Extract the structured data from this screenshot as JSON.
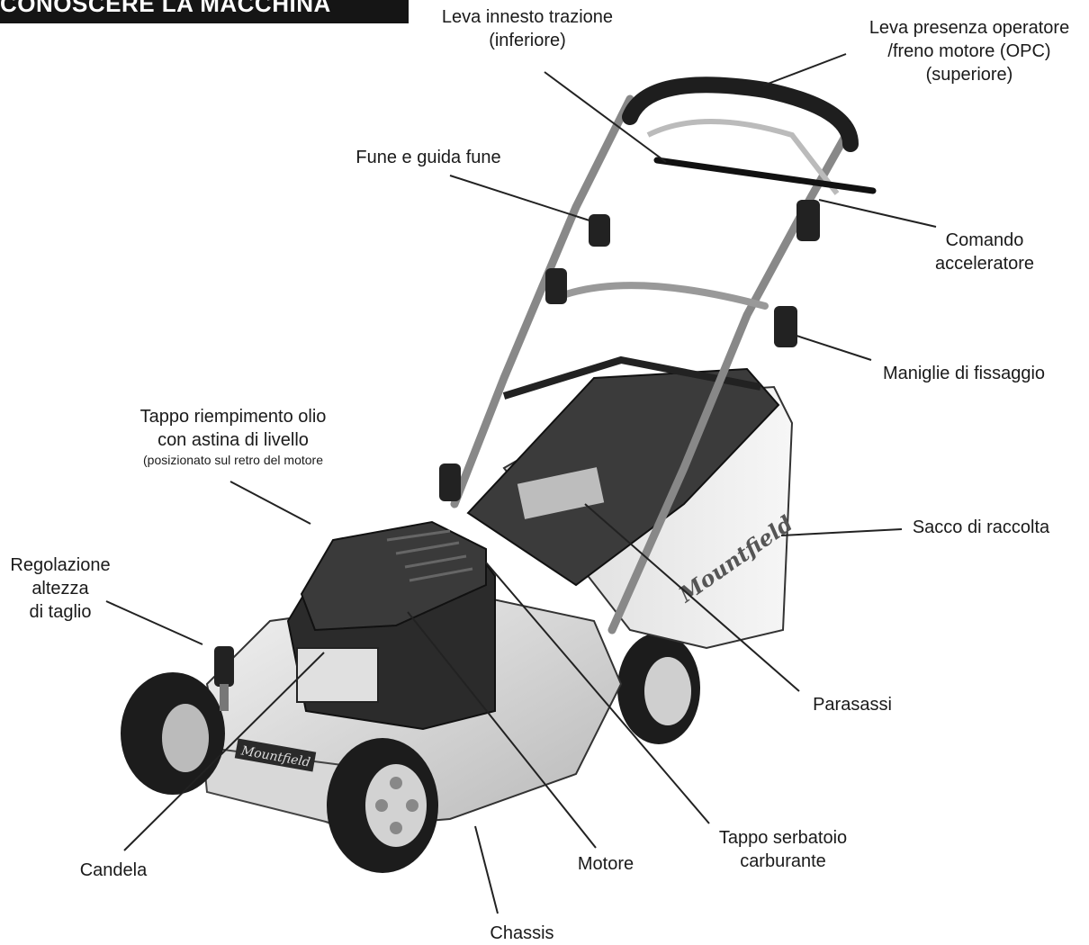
{
  "header": {
    "title": "CONOSCERE LA MACCHINA"
  },
  "labels": {
    "leva_trazione": [
      "Leva innesto trazione",
      "(inferiore)"
    ],
    "leva_opc": [
      "Leva presenza operatore",
      "/freno motore (OPC)",
      "(superiore)"
    ],
    "fune": [
      "Fune e guida fune"
    ],
    "acceleratore": [
      "Comando",
      "acceleratore"
    ],
    "maniglie": [
      "Maniglie di fissaggio"
    ],
    "tappo_olio": [
      "Tappo riempimento olio",
      "con astina di livello"
    ],
    "tappo_olio_note": "(posizionato sul retro del motore",
    "sacco": [
      "Sacco di raccolta"
    ],
    "regolazione": [
      "Regolazione",
      "altezza",
      "di taglio"
    ],
    "parasassi": [
      "Parasassi"
    ],
    "candela": [
      "Candela"
    ],
    "motore": [
      "Motore"
    ],
    "tappo_serbatoio": [
      "Tappo serbatoio",
      "carburante"
    ],
    "chassis": [
      "Chassis"
    ]
  },
  "brand": {
    "name": "Mountfield"
  }
}
